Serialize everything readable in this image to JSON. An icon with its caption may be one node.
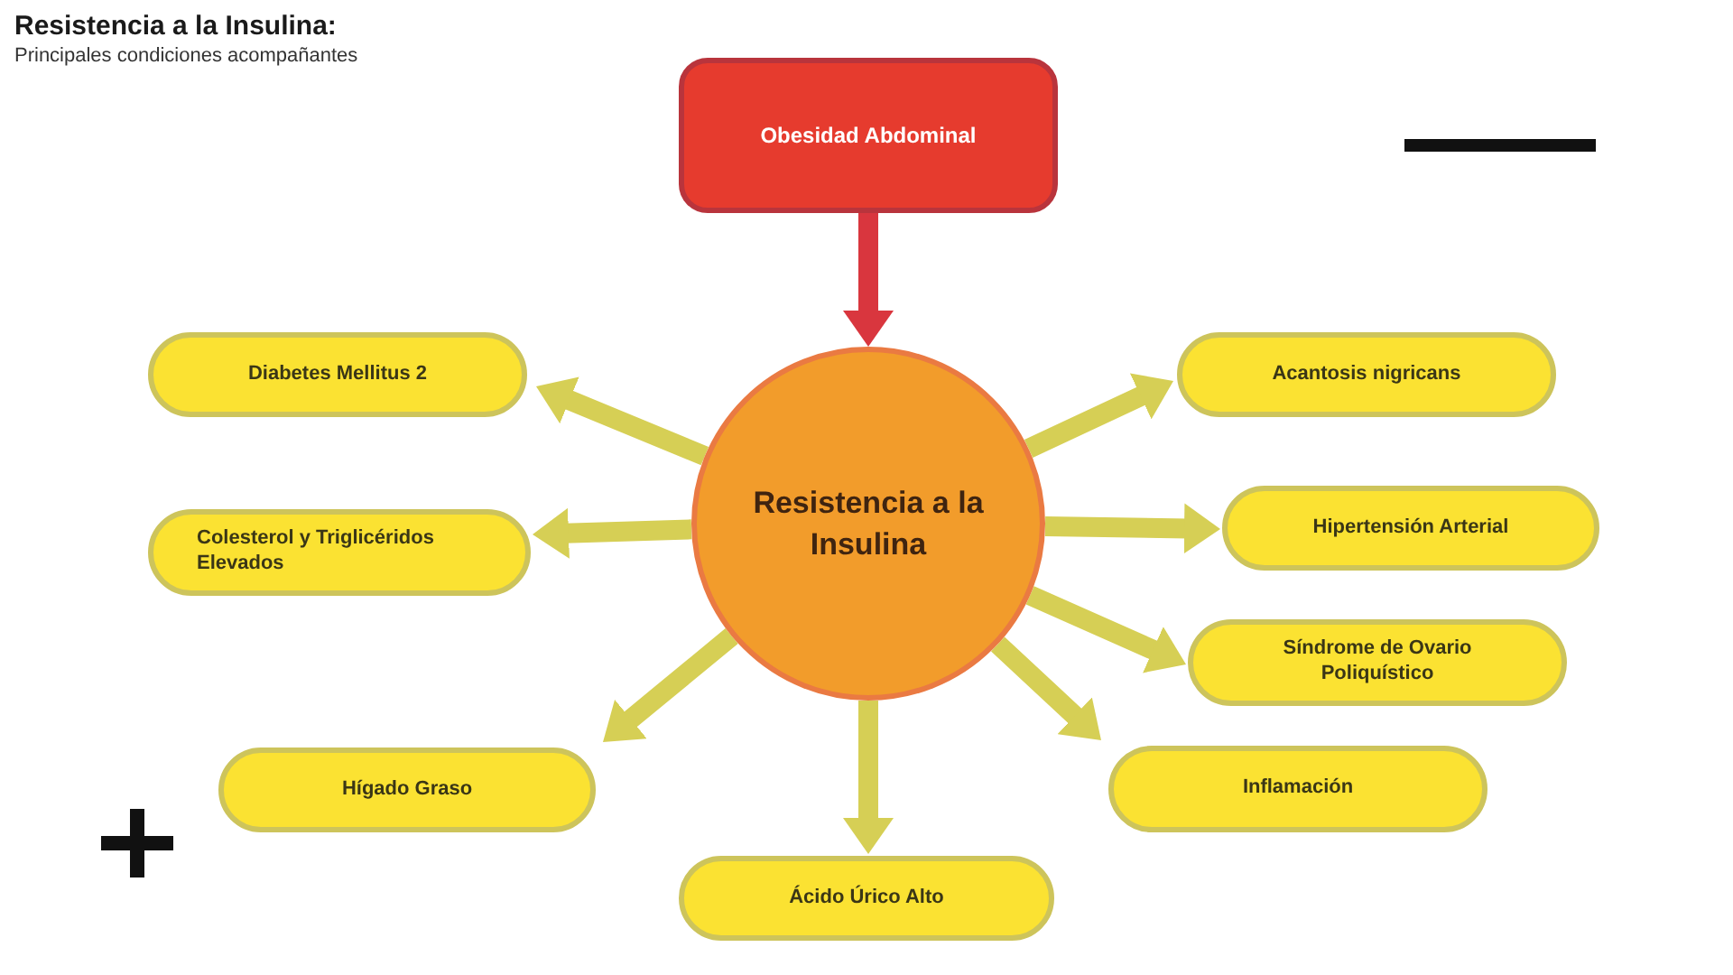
{
  "diagram": {
    "title": "Resistencia a la Insulina:",
    "nodes": [
      {
        "text": [
          "Obesidad Abdominal"
        ]
      },
      {
        "text": [
          "Resistencia a la Insulina"
        ]
      },
      {
        "text": [
          "Diabetes Mellitus 2"
        ]
      },
      {
        "text": [
          "Colesterol y Triglicéridos Elevados"
        ]
      },
      {
        "text": [
          "Acantosis nigricans"
        ]
      },
      {
        "text": [
          "Hipertensión Arterial"
        ]
      },
      {
        "text": [
          "Síndrome de Ovario Poliquístico"
        ]
      },
      {
        "text": [
          "Hígado Graso"
        ]
      },
      {
        "text": [
          "Inflamación"
        ]
      },
      {
        "text": [
          "Ácido Úrico Alto"
        ]
      }
    ],
    "edges": [
      {
        "from": 0,
        "to": 1,
        "arrow": "to",
        "color": "#d9363e"
      },
      {
        "from": 1,
        "to": 2,
        "arrow": "to"
      },
      {
        "from": 1,
        "to": 3,
        "arrow": "to"
      },
      {
        "from": 1,
        "to": 4,
        "arrow": "to"
      },
      {
        "from": 1,
        "to": 5,
        "arrow": "to"
      },
      {
        "from": 1,
        "to": 6,
        "arrow": "to"
      },
      {
        "from": 1,
        "to": 7,
        "arrow": "to"
      },
      {
        "from": 1,
        "to": 8,
        "arrow": "to"
      },
      {
        "from": 1,
        "to": 9,
        "arrow": "to"
      }
    ],
    "labels": [
      "Principales condiciones acompañantes"
    ]
  }
}
